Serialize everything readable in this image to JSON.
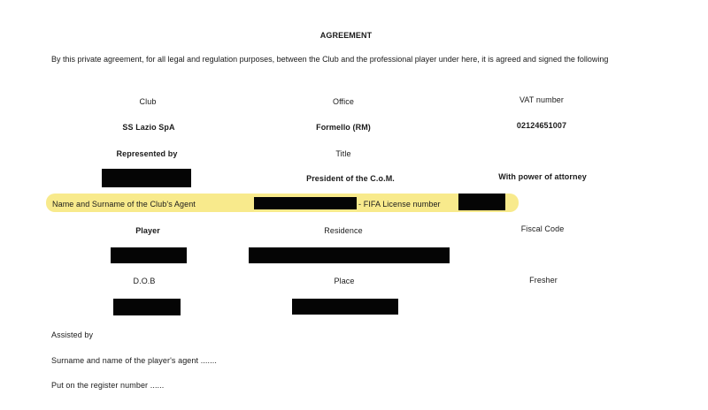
{
  "document": {
    "title": "AGREEMENT",
    "intro": "By this private agreement, for all legal and regulation purposes, between the Club and the professional player under here, it is agreed and signed the following",
    "club": {
      "club_label": "Club",
      "office_label": "Office",
      "vat_label": "VAT number",
      "club_value": "SS Lazio SpA",
      "office_value": "Formello (RM)",
      "vat_value": "02124651007",
      "represented_label": "Represented by",
      "title_label": "Title",
      "title_value": "President of the C.o.M.",
      "attorney_value": "With power of attorney"
    },
    "agent_line": {
      "name_label": "Name and Surname of the Club's Agent",
      "fifa_label": "- FIFA License number"
    },
    "player": {
      "player_label": "Player",
      "residence_label": "Residence",
      "fiscal_label": "Fiscal Code",
      "dob_label": "D.O.B",
      "place_label": "Place",
      "fresher_label": "Fresher"
    },
    "footer": {
      "assisted": "Assisted by",
      "players_agent": "Surname and name of the player's agent .......",
      "register": "Put on the register number ......"
    }
  }
}
